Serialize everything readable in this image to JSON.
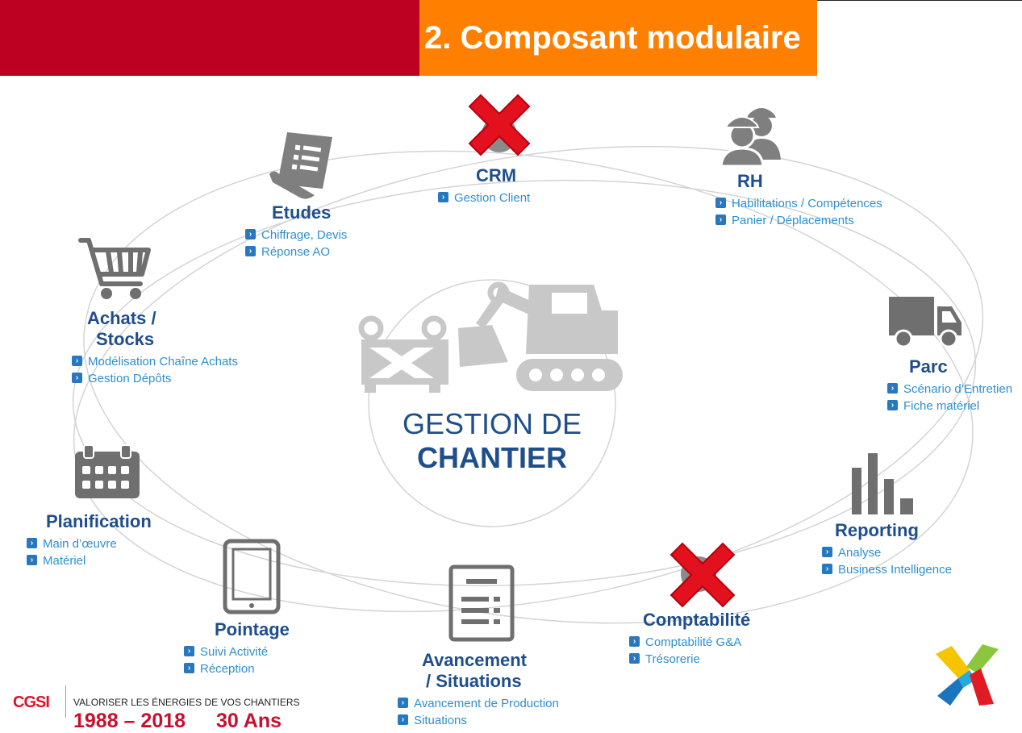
{
  "header": {
    "title": "2. Composant modulaire"
  },
  "center": {
    "line1": "GESTION DE",
    "line2": "CHANTIER"
  },
  "modules": {
    "crm": {
      "title": "CRM",
      "items": [
        "Gestion Client"
      ]
    },
    "rh": {
      "title": "RH",
      "items": [
        "Habilitations / Compétences",
        "Panier / Déplacements"
      ]
    },
    "etudes": {
      "title": "Etudes",
      "items": [
        "Chiffrage, Devis",
        "Réponse AO"
      ]
    },
    "achats": {
      "title_line1": "Achats /",
      "title_line2": "Stocks",
      "items": [
        "Modélisation Chaîne Achats",
        "Gestion Dépôts"
      ]
    },
    "parc": {
      "title": "Parc",
      "items": [
        "Scénario d’Entretien",
        "Fiche matériel"
      ]
    },
    "planification": {
      "title": "Planification",
      "items": [
        "Main d’œuvre",
        "Matériel"
      ]
    },
    "reporting": {
      "title": "Reporting",
      "items": [
        "Analyse",
        "Business Intelligence"
      ]
    },
    "pointage": {
      "title": "Pointage",
      "items": [
        "Suivi Activité",
        "Réception"
      ]
    },
    "comptabilite": {
      "title": "Comptabilité",
      "items": [
        "Comptabilité G&A",
        "Trésorerie"
      ]
    },
    "avancement": {
      "title_line1": "Avancement",
      "title_line2": "/ Situations",
      "items": [
        "Avancement de Production",
        "Situations"
      ]
    }
  },
  "footer": {
    "logo": "CGSI",
    "tagline": "VALORISER LES ÉNERGIES DE VOS CHANTIERS",
    "years": "1988 – 2018",
    "anniversary": "30 Ans"
  },
  "colors": {
    "header_red": "#bd0123",
    "header_orange": "#ff8000",
    "module_title": "#1f4e8c",
    "item_text": "#2e8fd0",
    "icon_grey": "#7f7f7f",
    "cross_red": "#e3101e"
  }
}
